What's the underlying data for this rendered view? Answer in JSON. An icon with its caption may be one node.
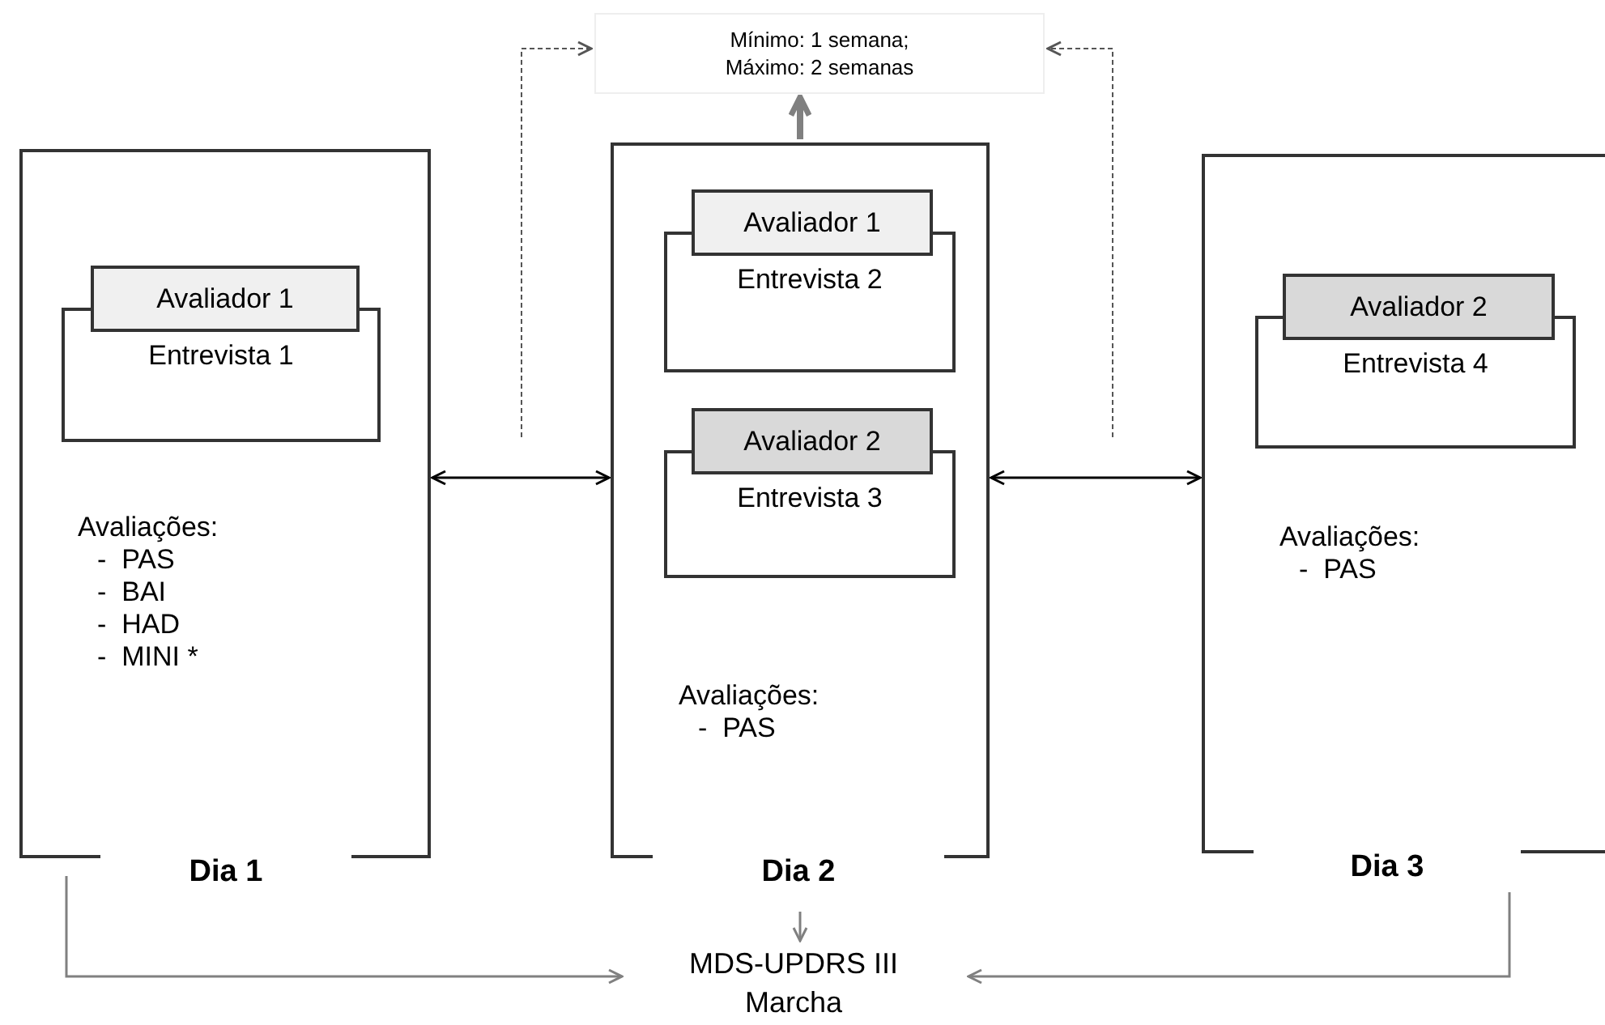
{
  "diagram": {
    "nodes": [
      {
        "text": [
          "Mínimo: 1 semana;",
          "Máximo: 2 semanas"
        ]
      },
      {
        "text": [
          "Avaliações:",
          "-  PAS",
          "-  BAI",
          "-  HAD",
          "-  MINI *",
          "Dia 1"
        ]
      },
      {
        "text": [
          "Avaliador 1",
          "Entrevista 1"
        ],
        "in": 1
      },
      {
        "text": [
          "Avaliações:",
          "-  PAS",
          "Dia 2"
        ]
      },
      {
        "text": [
          "Avaliador 1",
          "Entrevista 2"
        ],
        "in": 3
      },
      {
        "text": [
          "Avaliador 2",
          "Entrevista 3"
        ],
        "in": 3
      },
      {
        "text": [
          "Avaliações:",
          "-  PAS",
          "Dia 3"
        ]
      },
      {
        "text": [
          "Avaliador 2",
          "Entrevista 4"
        ],
        "in": 6
      },
      {
        "text": [
          "MDS-UPDRS  III",
          "Marcha"
        ]
      }
    ],
    "edges": [
      {
        "from": 1,
        "to": 3,
        "arrow": "both",
        "color": "#000000"
      },
      {
        "from": 3,
        "to": 6,
        "arrow": "both",
        "color": "#000000"
      },
      {
        "from": 3,
        "to": 0,
        "arrow": "to",
        "style": "thick",
        "color": "#808080"
      },
      {
        "from": null,
        "to": 0,
        "arrow": "to",
        "style": "dashed",
        "color": "#555555"
      },
      {
        "from": null,
        "to": 0,
        "arrow": "to",
        "style": "dashed",
        "color": "#555555"
      },
      {
        "from": 1,
        "to": 8,
        "arrow": "to",
        "color": "#808080"
      },
      {
        "from": 3,
        "to": 8,
        "arrow": "to",
        "color": "#808080"
      },
      {
        "from": 6,
        "to": 8,
        "arrow": "to",
        "color": "#808080"
      }
    ]
  }
}
